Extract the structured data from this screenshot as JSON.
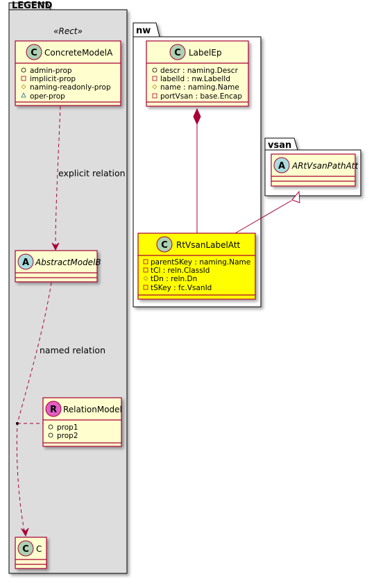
{
  "legend": {
    "title": "LEGEND",
    "stereotype": "«Rect»",
    "concrete_model": {
      "letter": "C",
      "name": "ConcreteModelA",
      "attrs": [
        {
          "vis": "+",
          "text": "admin-prop"
        },
        {
          "vis": "-",
          "text": "implicit-prop"
        },
        {
          "vis": "#",
          "text": "naming-readonly-prop"
        },
        {
          "vis": "~",
          "text": "oper-prop"
        }
      ]
    },
    "explicit_relation_label": "explicit relation",
    "abstract_model": {
      "letter": "A",
      "name": "AbstractModelB"
    },
    "named_relation_label": "named relation",
    "relation_model": {
      "letter": "R",
      "name": "RelationModel",
      "attrs": [
        {
          "vis": "+",
          "text": "prop1"
        },
        {
          "vis": "+",
          "text": "prop2"
        }
      ]
    },
    "class_c": {
      "letter": "C",
      "name": "C"
    }
  },
  "nw": {
    "title": "nw",
    "label_ep": {
      "letter": "C",
      "name": "LabelEp",
      "attrs": [
        {
          "vis": "+",
          "text": "descr : naming.Descr"
        },
        {
          "vis": "-",
          "text": "labelId : nw.LabelId"
        },
        {
          "vis": "#",
          "text": "name : naming.Name"
        },
        {
          "vis": "-",
          "text": "portVsan : base.Encap"
        }
      ]
    },
    "rt_vsan_label_att": {
      "letter": "C",
      "name": "RtVsanLabelAtt",
      "attrs": [
        {
          "vis": "-",
          "text": "parentSKey : naming.Name"
        },
        {
          "vis": "-",
          "text": "tCl : reln.ClassId"
        },
        {
          "vis": "#",
          "text": "tDn : reln.Dn"
        },
        {
          "vis": "-",
          "text": "tSKey : fc.VsanId"
        }
      ]
    }
  },
  "vsan": {
    "title": "vsan",
    "a_rt_vsan_path_att": {
      "letter": "A",
      "name": "ARtVsanPathAtt"
    }
  },
  "colors": {
    "class_fill": "#FEFECE",
    "class_border": "#A80036",
    "highlight_fill": "#FFFF00",
    "legend_bg": "#DDDDDD",
    "circle_c": "#ADD1B2",
    "circle_a": "#A9DCDF",
    "circle_r": "#E15EC4"
  }
}
